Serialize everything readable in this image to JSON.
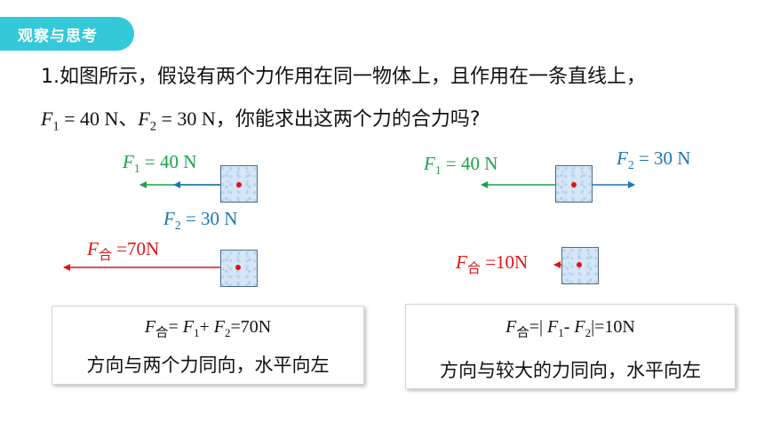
{
  "badge": "观察与思考",
  "question": {
    "line1": "1.如图所示，假设有两个力作用在同一物体上，且作用在一条直线上，",
    "line2": {
      "f1_sym": "F",
      "f1_sub": "1",
      "f1_val": " = 40 N、",
      "f2_sym": "F",
      "f2_sub": "2",
      "f2_val": " = 30 N，",
      "tail": "你能求出这两个力的合力吗?"
    }
  },
  "left": {
    "f1": {
      "sym": "F",
      "sub": "1",
      "val": " = 40 N"
    },
    "f2": {
      "sym": "F",
      "sub": "2",
      "val": " = 30 N"
    },
    "result": {
      "sym": "F",
      "sub": "合",
      "val": " =70N"
    },
    "formula": {
      "a": "F",
      "a_sub": "合",
      "b": "= ",
      "c": "F",
      "c_sub": "1",
      "d": "+ ",
      "e": "F",
      "e_sub": "2",
      "f": "=70N"
    },
    "conclusion": "方向与两个力同向，水平向左"
  },
  "right": {
    "f1": {
      "sym": "F",
      "sub": "1",
      "val": " = 40 N"
    },
    "f2": {
      "sym": "F",
      "sub": "2",
      "val": " = 30 N"
    },
    "result": {
      "sym": "F",
      "sub": "合",
      "val": " =10N"
    },
    "formula": {
      "a": "F",
      "a_sub": "合",
      "b": "=| ",
      "c": "F",
      "c_sub": "1",
      "d": "- ",
      "e": "F",
      "e_sub": "2",
      "f": "|=10N"
    },
    "conclusion": "方向与较大的力同向，水平向左"
  },
  "colors": {
    "accent": "#33c9d9",
    "green": "#1aa34a",
    "blue": "#1b76b8",
    "red": "#e01313"
  }
}
